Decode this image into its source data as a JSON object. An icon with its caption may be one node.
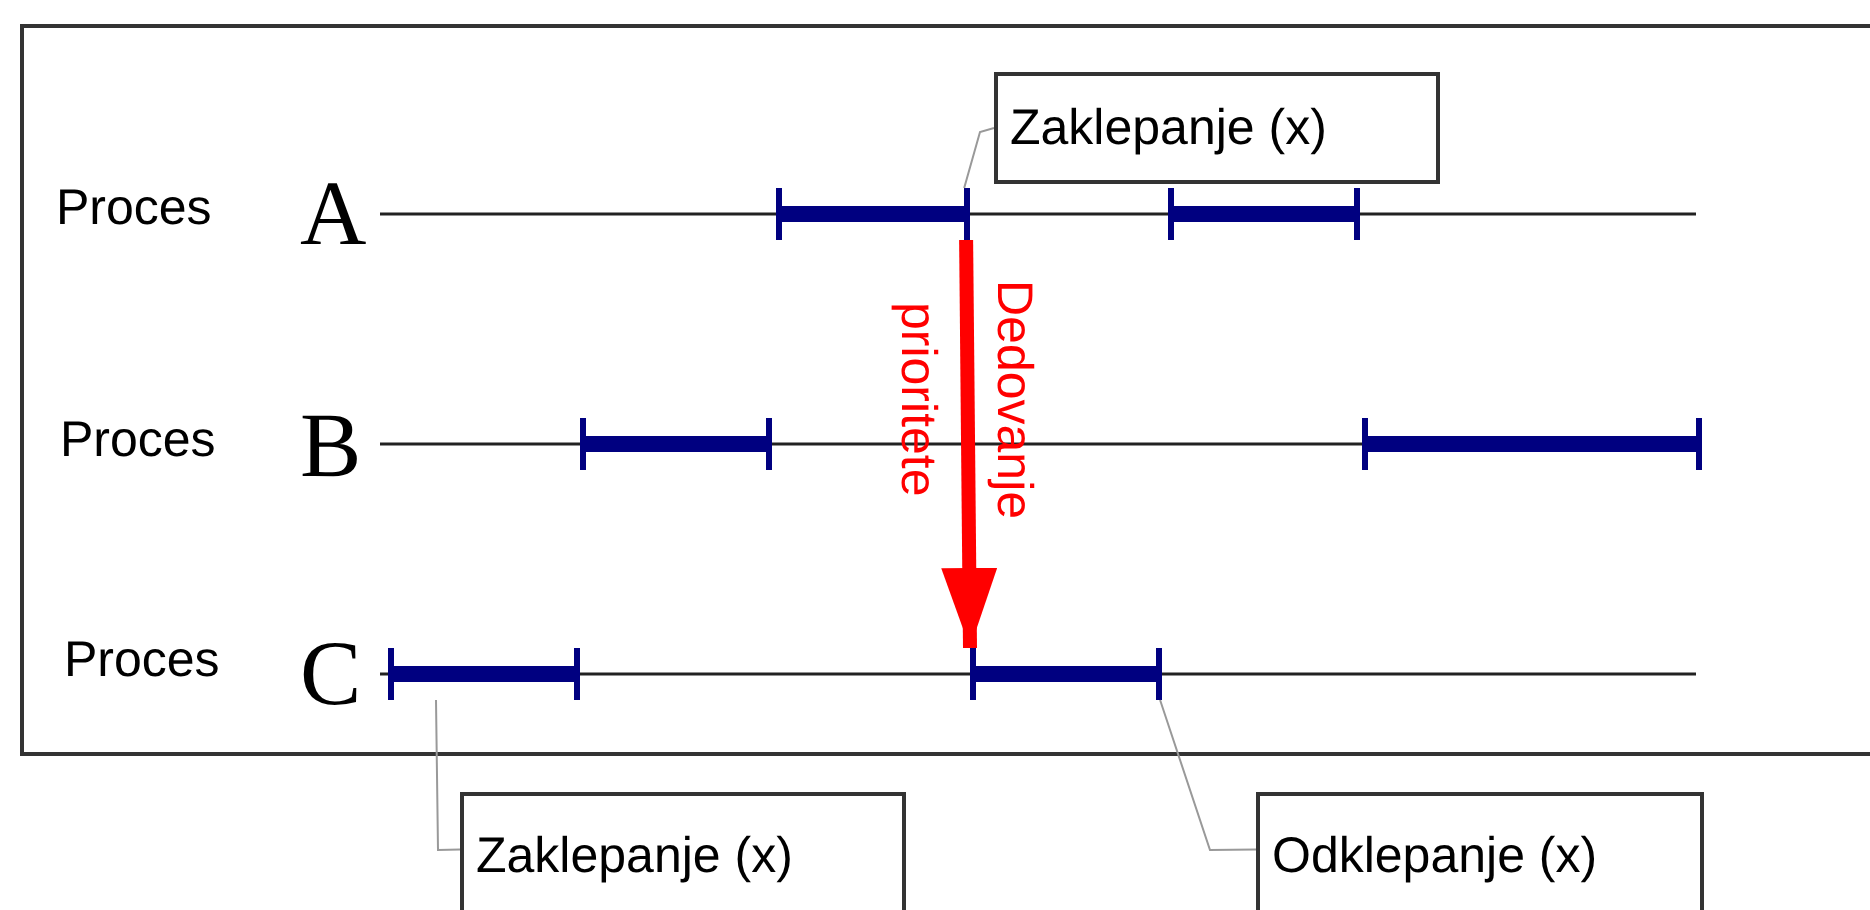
{
  "diagram": {
    "nodes": [
      {
        "text": [
          "Zaklepanje (x)"
        ]
      },
      {
        "text": [],
        "shape": "bar"
      },
      {
        "text": [],
        "shape": "bar"
      },
      {
        "text": [],
        "shape": "bar"
      },
      {
        "text": [],
        "shape": "bar"
      },
      {
        "text": [],
        "shape": "bar"
      },
      {
        "text": [],
        "shape": "bar"
      },
      {
        "text": [
          "Zaklepanje (x)"
        ]
      },
      {
        "text": [
          "Odklepanje (x)"
        ]
      }
    ],
    "edges": [
      {
        "from": 0,
        "to": 1,
        "arrow": "none"
      },
      {
        "from": 1,
        "to": 6,
        "arrow": "to",
        "label": "Dedovanje prioritete",
        "style": "thick",
        "color": "#ff0000"
      },
      {
        "from": 7,
        "to": 5,
        "arrow": "none"
      },
      {
        "from": 8,
        "to": 6,
        "arrow": "none"
      }
    ],
    "labels": [
      "Proces",
      "A",
      "Proces",
      "B",
      "Proces",
      "C"
    ]
  }
}
